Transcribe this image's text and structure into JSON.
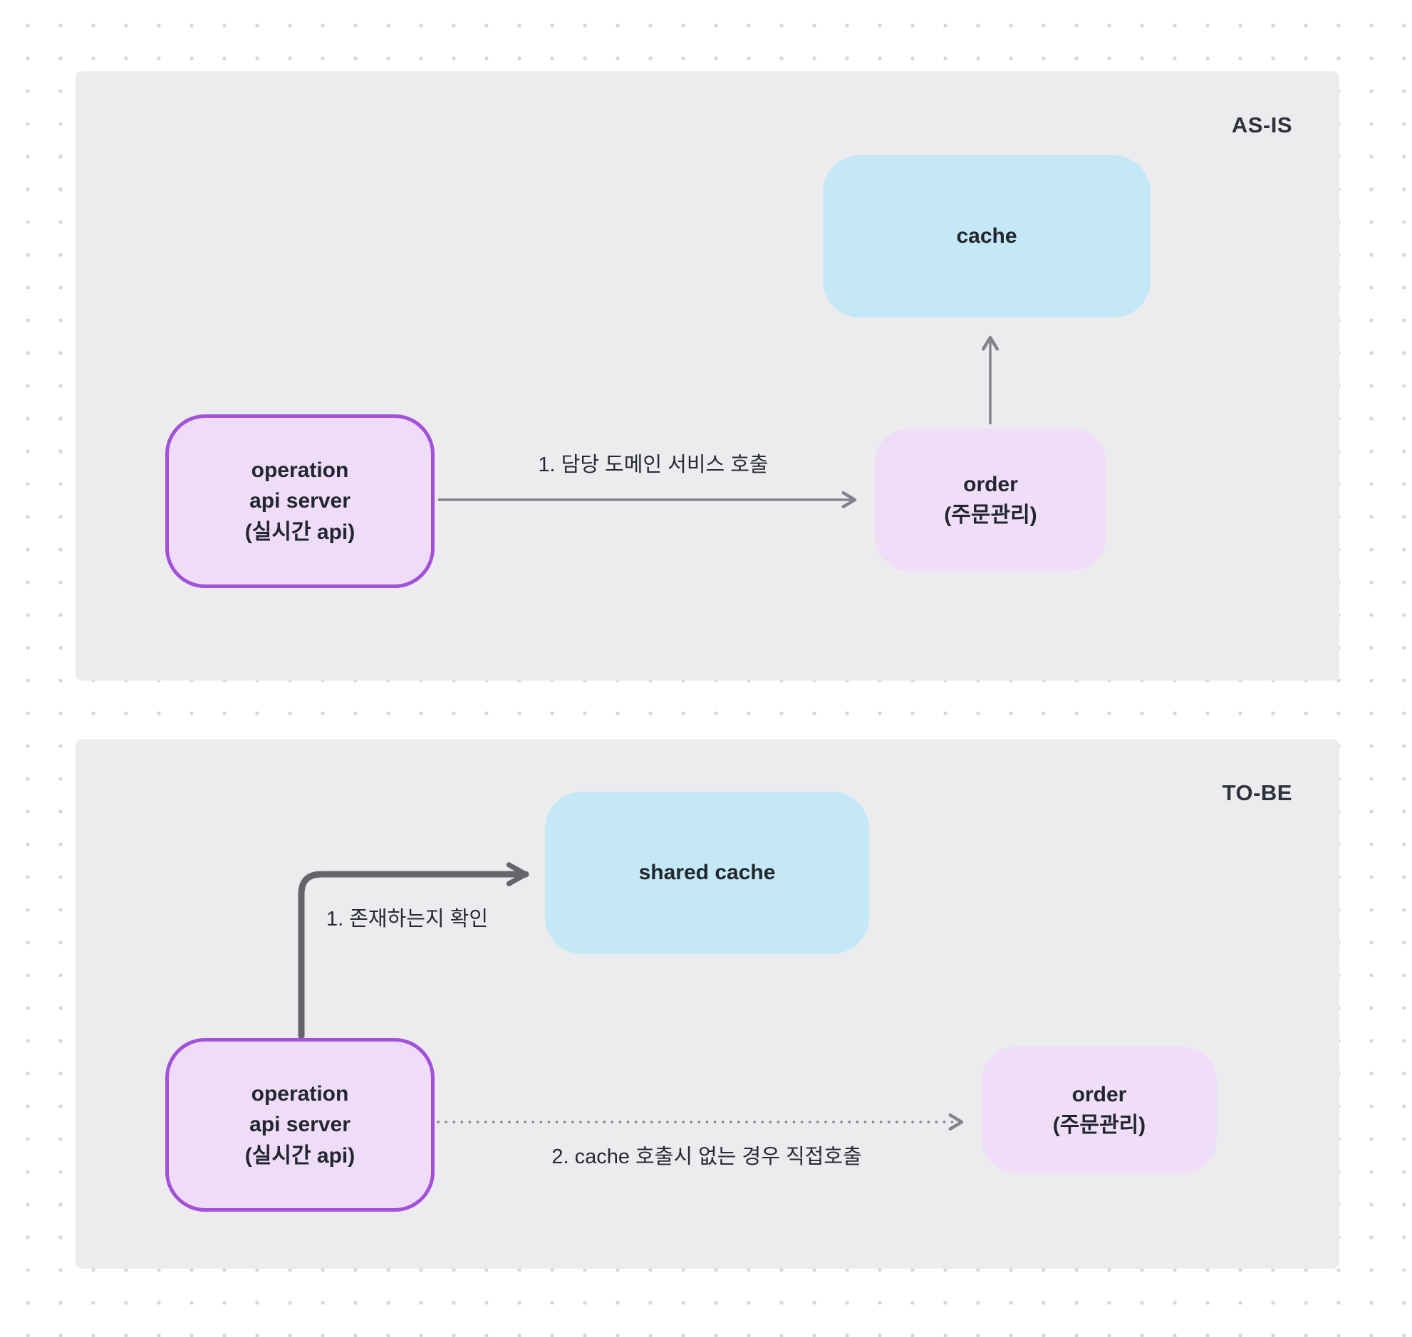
{
  "canvas": {
    "background": "#ffffff",
    "dot_color": "#d6d6dc",
    "panel_color": "#ececee"
  },
  "palette": {
    "cyan_fill": "#c5e8f6",
    "purple_fill": "#efdcf9",
    "purple_border": "#a351d8",
    "lavender_fill": "#f0def9",
    "arrow_gray": "#83838d",
    "arrow_dark": "#64646c",
    "text_dark": "#22262e"
  },
  "as_is": {
    "title": "AS-IS",
    "cache": {
      "label": "cache"
    },
    "operation": {
      "line1": "operation",
      "line2": "api server",
      "line3": "(실시간 api)"
    },
    "order": {
      "line1": "order",
      "line2": "(주문관리)"
    },
    "call_arrow_label": "1. 담당 도메인 서비스 호출"
  },
  "to_be": {
    "title": "TO-BE",
    "shared_cache": {
      "label": "shared cache"
    },
    "operation": {
      "line1": "operation",
      "line2": "api server",
      "line3": "(실시간 api)"
    },
    "order": {
      "line1": "order",
      "line2": "(주문관리)"
    },
    "check_arrow_label": "1. 존재하는지 확인",
    "fallback_arrow_label": "2. cache 호출시 없는 경우 직접호출"
  }
}
